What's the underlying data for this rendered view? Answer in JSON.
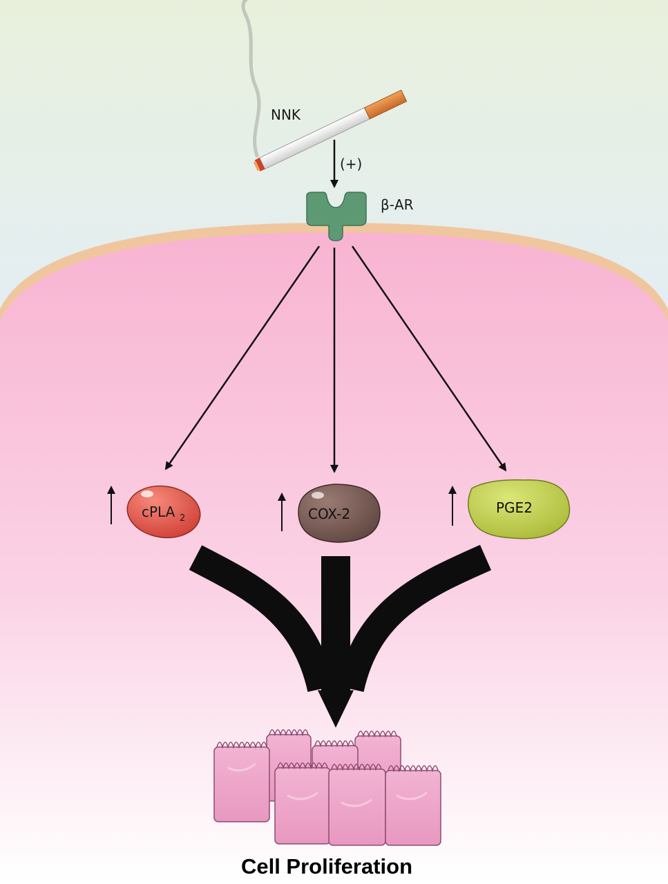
{
  "labels": {
    "stimulus": "NNK",
    "stimulus_effect": "(+)",
    "receptor": "β-AR",
    "enzyme1_main": "cPLA",
    "enzyme1_sub": "2",
    "enzyme2": "COX-2",
    "enzyme3": "PGE2",
    "outcome": "Cell Proliferation"
  },
  "icons": {
    "up_arrow": "up-arrow-icon",
    "cigarette": "cigarette-icon",
    "receptor": "receptor-icon",
    "cells": "epithelial-cells-icon"
  },
  "colors": {
    "background_top": "#e6f0dc",
    "background_mid": "#e4eef4",
    "membrane": "#f0c9a2",
    "cytoplasm": "#f8b6d3",
    "receptor": "#5d9a73",
    "cpla2": "#e5574a",
    "cox2": "#7d5f58",
    "pge2": "#c3d24a",
    "cells": "#eea8cc"
  }
}
